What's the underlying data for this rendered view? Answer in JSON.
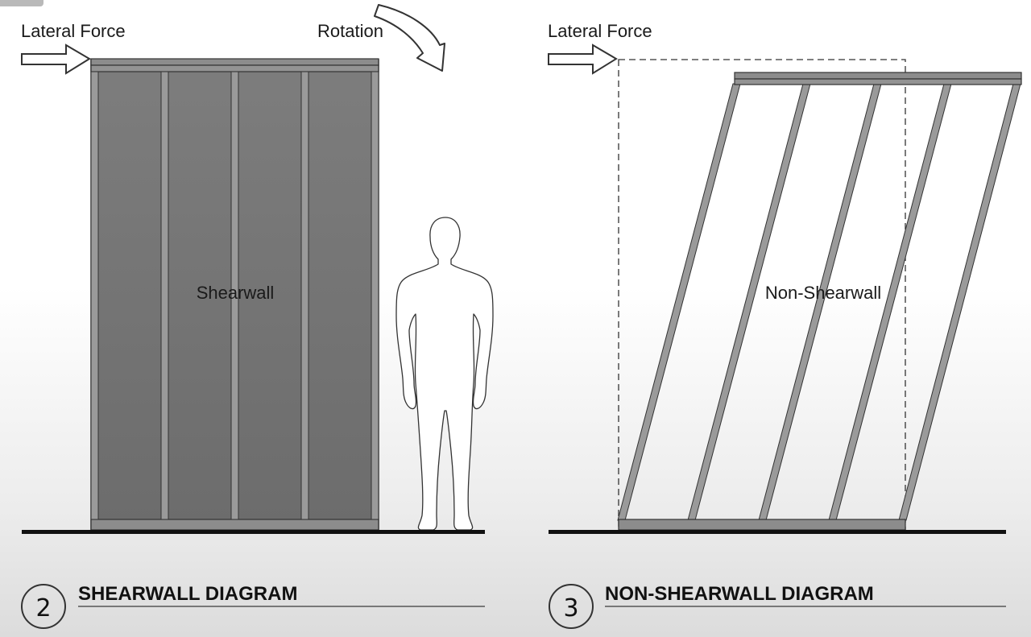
{
  "shearwall_diagram": {
    "lateral_force_label": "Lateral Force",
    "rotation_label": "Rotation",
    "wall_label": "Shearwall",
    "number": "2",
    "title": "SHEARWALL DIAGRAM"
  },
  "non_shearwall_diagram": {
    "lateral_force_label": "Lateral Force",
    "wall_label": "Non-Shearwall",
    "number": "3",
    "title": "NON-SHEARWALL DIAGRAM"
  },
  "colors": {
    "sheathing": "#7a7a7a",
    "stud": "#9a9a9a",
    "stroke": "#333333",
    "ground": "#111111"
  }
}
